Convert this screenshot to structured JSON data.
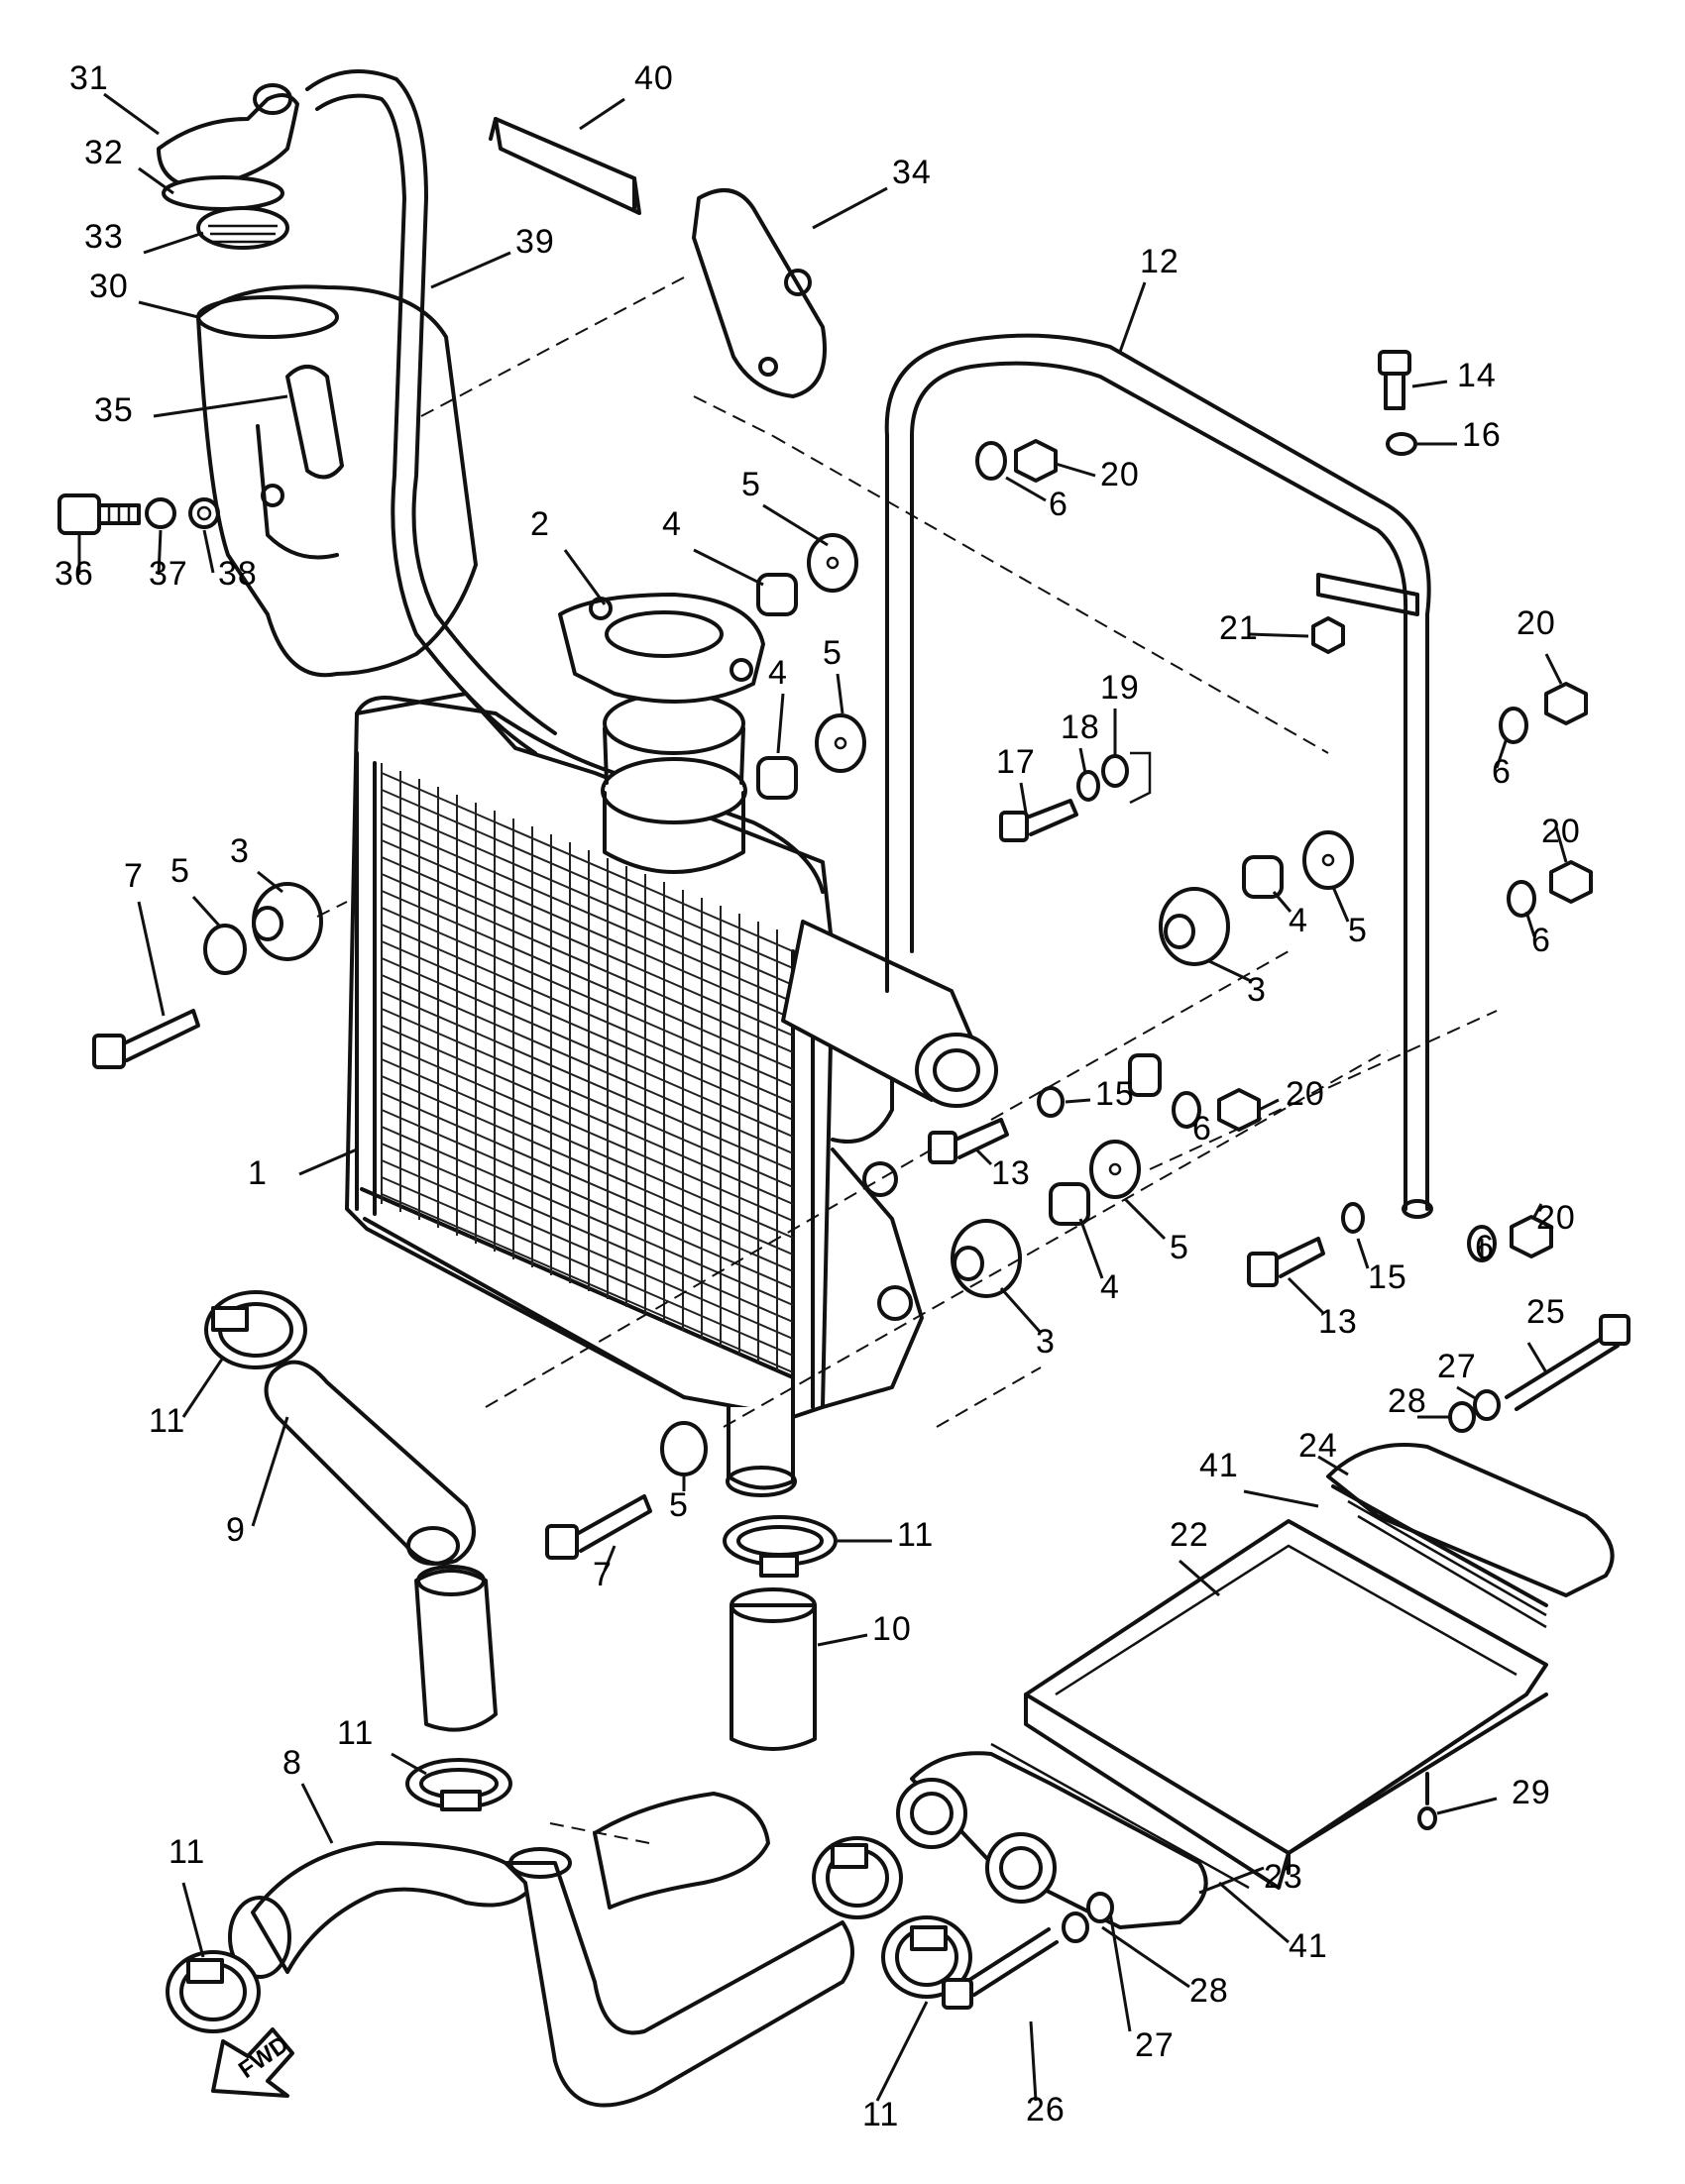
{
  "diagram": {
    "callouts": [
      {
        "id": "c1",
        "text": "1"
      },
      {
        "id": "c2",
        "text": "2"
      },
      {
        "id": "c3a",
        "text": "3"
      },
      {
        "id": "c3b",
        "text": "3"
      },
      {
        "id": "c3c",
        "text": "3"
      },
      {
        "id": "c4a",
        "text": "4"
      },
      {
        "id": "c4b",
        "text": "4"
      },
      {
        "id": "c4c",
        "text": "4"
      },
      {
        "id": "c4d",
        "text": "4"
      },
      {
        "id": "c5a",
        "text": "5"
      },
      {
        "id": "c5b",
        "text": "5"
      },
      {
        "id": "c5c",
        "text": "5"
      },
      {
        "id": "c5d",
        "text": "5"
      },
      {
        "id": "c5e",
        "text": "5"
      },
      {
        "id": "c5f",
        "text": "5"
      },
      {
        "id": "c6a",
        "text": "6"
      },
      {
        "id": "c6b",
        "text": "6"
      },
      {
        "id": "c6c",
        "text": "6"
      },
      {
        "id": "c6d",
        "text": "6"
      },
      {
        "id": "c6e",
        "text": "6"
      },
      {
        "id": "c7a",
        "text": "7"
      },
      {
        "id": "c7b",
        "text": "7"
      },
      {
        "id": "c8",
        "text": "8"
      },
      {
        "id": "c9",
        "text": "9"
      },
      {
        "id": "c10",
        "text": "10"
      },
      {
        "id": "c11a",
        "text": "11"
      },
      {
        "id": "c11b",
        "text": "11"
      },
      {
        "id": "c11c",
        "text": "11"
      },
      {
        "id": "c11d",
        "text": "11"
      },
      {
        "id": "c11e",
        "text": "11"
      },
      {
        "id": "c12",
        "text": "12"
      },
      {
        "id": "c13a",
        "text": "13"
      },
      {
        "id": "c13b",
        "text": "13"
      },
      {
        "id": "c14",
        "text": "14"
      },
      {
        "id": "c15a",
        "text": "15"
      },
      {
        "id": "c15b",
        "text": "15"
      },
      {
        "id": "c16",
        "text": "16"
      },
      {
        "id": "c17",
        "text": "17"
      },
      {
        "id": "c18",
        "text": "18"
      },
      {
        "id": "c19",
        "text": "19"
      },
      {
        "id": "c20a",
        "text": "20"
      },
      {
        "id": "c20b",
        "text": "20"
      },
      {
        "id": "c20c",
        "text": "20"
      },
      {
        "id": "c20d",
        "text": "20"
      },
      {
        "id": "c20e",
        "text": "20"
      },
      {
        "id": "c21",
        "text": "21"
      },
      {
        "id": "c22",
        "text": "22"
      },
      {
        "id": "c23",
        "text": "23"
      },
      {
        "id": "c24",
        "text": "24"
      },
      {
        "id": "c25",
        "text": "25"
      },
      {
        "id": "c26",
        "text": "26"
      },
      {
        "id": "c27a",
        "text": "27"
      },
      {
        "id": "c27b",
        "text": "27"
      },
      {
        "id": "c28a",
        "text": "28"
      },
      {
        "id": "c28b",
        "text": "28"
      },
      {
        "id": "c29",
        "text": "29"
      },
      {
        "id": "c30",
        "text": "30"
      },
      {
        "id": "c31",
        "text": "31"
      },
      {
        "id": "c32",
        "text": "32"
      },
      {
        "id": "c33",
        "text": "33"
      },
      {
        "id": "c34",
        "text": "34"
      },
      {
        "id": "c35",
        "text": "35"
      },
      {
        "id": "c36",
        "text": "36"
      },
      {
        "id": "c37",
        "text": "37"
      },
      {
        "id": "c38",
        "text": "38"
      },
      {
        "id": "c39",
        "text": "39"
      },
      {
        "id": "c40",
        "text": "40"
      },
      {
        "id": "c41a",
        "text": "41"
      },
      {
        "id": "c41b",
        "text": "41"
      }
    ],
    "fwd_label": "FWD"
  }
}
